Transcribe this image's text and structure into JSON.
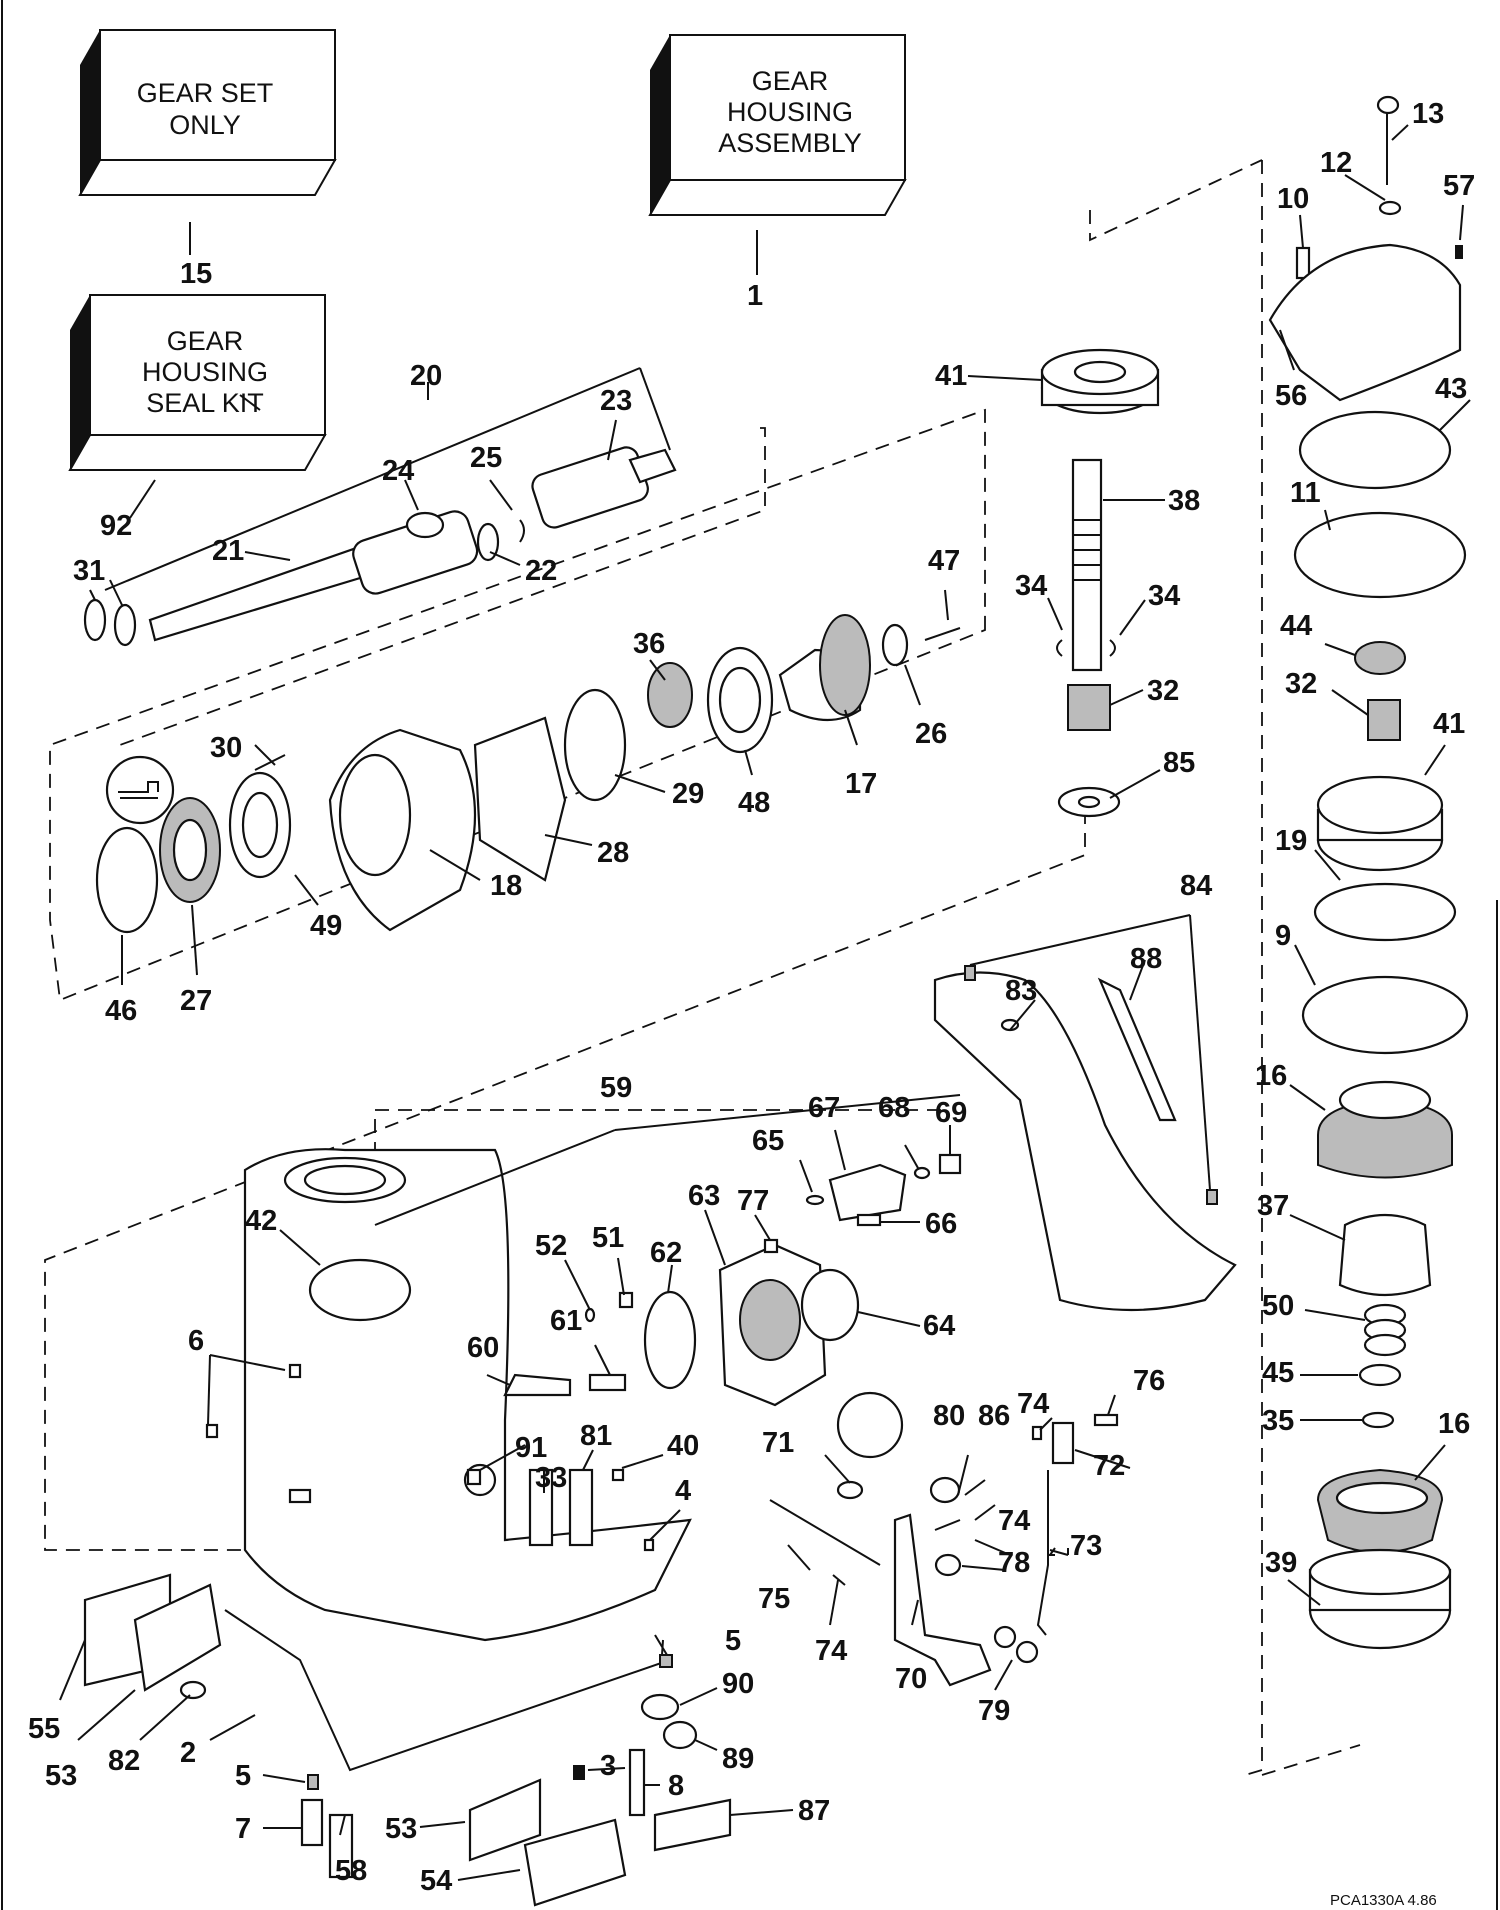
{
  "boxes": {
    "gear_set": [
      "GEAR SET",
      "ONLY"
    ],
    "gear_housing_assembly": [
      "GEAR",
      "HOUSING",
      "ASSEMBLY"
    ],
    "seal_kit": [
      "GEAR",
      "HOUSING",
      "SEAL KIT"
    ]
  },
  "labels": {
    "l1": "1",
    "l2": "2",
    "l3": "3",
    "l4": "4",
    "l5a": "5",
    "l5b": "5",
    "l6": "6",
    "l7": "7",
    "l8": "8",
    "l9": "9",
    "l10": "10",
    "l11": "11",
    "l12": "12",
    "l13": "13",
    "l15": "15",
    "l16a": "16",
    "l16b": "16",
    "l17": "17",
    "l18": "18",
    "l19": "19",
    "l20": "20",
    "l21": "21",
    "l22": "22",
    "l23": "23",
    "l24": "24",
    "l25": "25",
    "l26": "26",
    "l27": "27",
    "l28": "28",
    "l29": "29",
    "l30": "30",
    "l31": "31",
    "l32a": "32",
    "l32b": "32",
    "l33": "33",
    "l34a": "34",
    "l34b": "34",
    "l35": "35",
    "l36": "36",
    "l37": "37",
    "l38": "38",
    "l39": "39",
    "l40": "40",
    "l41a": "41",
    "l41b": "41",
    "l42": "42",
    "l43": "43",
    "l44": "44",
    "l45": "45",
    "l46": "46",
    "l47": "47",
    "l48": "48",
    "l49": "49",
    "l50": "50",
    "l51": "51",
    "l52": "52",
    "l53a": "53",
    "l53b": "53",
    "l54": "54",
    "l55": "55",
    "l56": "56",
    "l57": "57",
    "l58": "58",
    "l59": "59",
    "l60": "60",
    "l61": "61",
    "l62": "62",
    "l63": "63",
    "l64": "64",
    "l65": "65",
    "l66": "66",
    "l67": "67",
    "l68": "68",
    "l69": "69",
    "l70": "70",
    "l71": "71",
    "l72": "72",
    "l73": "73",
    "l74a": "74",
    "l74b": "74",
    "l74c": "74",
    "l75": "75",
    "l76": "76",
    "l77": "77",
    "l78": "78",
    "l79": "79",
    "l80": "80",
    "l81": "81",
    "l82": "82",
    "l83": "83",
    "l84": "84",
    "l85": "85",
    "l86": "86",
    "l87": "87",
    "l88": "88",
    "l89": "89",
    "l90": "90",
    "l91": "91",
    "l92": "92"
  },
  "reference_code": "PCA1330A   4.86"
}
